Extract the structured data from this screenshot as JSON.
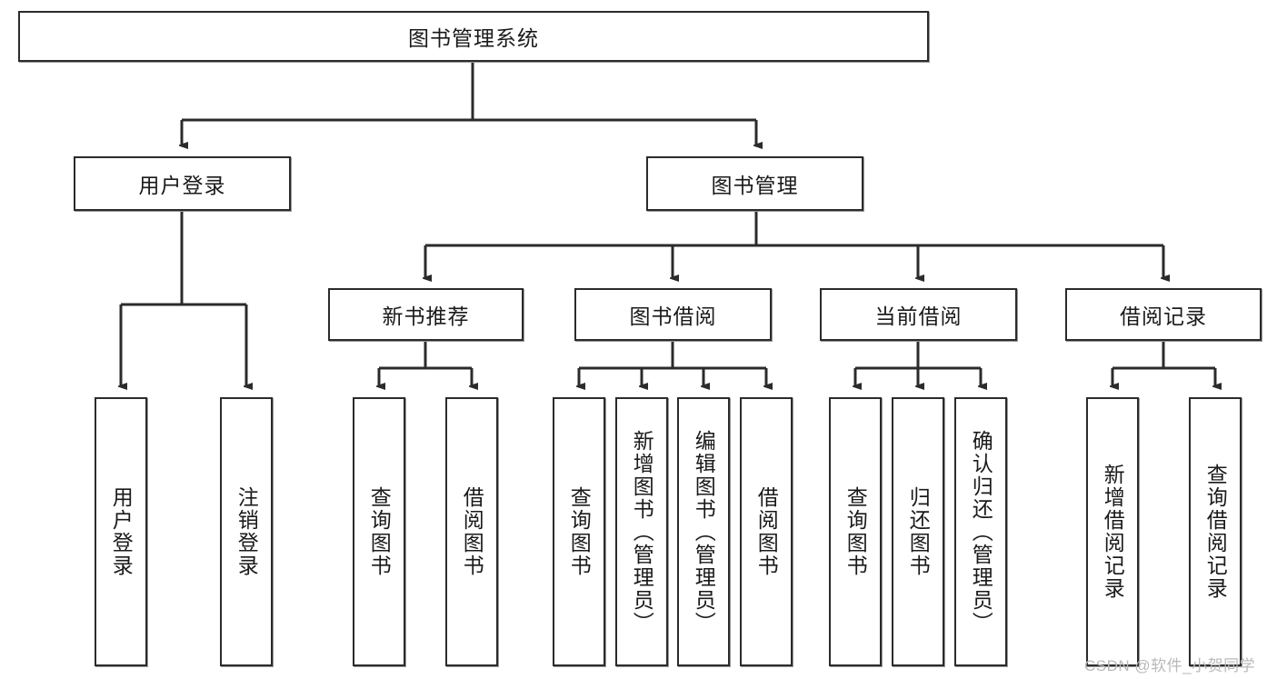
{
  "diagram": {
    "title": "图书管理系统",
    "type": "tree-hierarchy-diagram",
    "colors": {
      "node_border": "#2b2b2b",
      "node_fill": "#ffffff",
      "edge": "#2b2b2b",
      "text": "#1a1a1a",
      "watermark": "#b9b9b9",
      "background": "#ffffff"
    },
    "root": {
      "label": "图书管理系统"
    },
    "level2": [
      {
        "label": "用户登录"
      },
      {
        "label": "图书管理"
      }
    ],
    "level3": [
      {
        "label": "新书推荐"
      },
      {
        "label": "图书借阅"
      },
      {
        "label": "当前借阅"
      },
      {
        "label": "借阅记录"
      }
    ],
    "leaves": {
      "user_login": [
        {
          "label": "用户登录"
        },
        {
          "label": "注销登录"
        }
      ],
      "new_book_recommend": [
        {
          "label": "查询图书"
        },
        {
          "label": "借阅图书"
        }
      ],
      "book_borrow": [
        {
          "label": "查询图书"
        },
        {
          "label": "新增图书（管理员）"
        },
        {
          "label": "编辑图书（管理员）"
        },
        {
          "label": "借阅图书"
        }
      ],
      "current_borrow": [
        {
          "label": "查询图书"
        },
        {
          "label": "归还图书"
        },
        {
          "label": "确认归还（管理员）"
        }
      ],
      "borrow_record": [
        {
          "label": "新增借阅记录"
        },
        {
          "label": "查询借阅记录"
        }
      ]
    },
    "watermark": "CSDN @软件_小贺同学"
  }
}
